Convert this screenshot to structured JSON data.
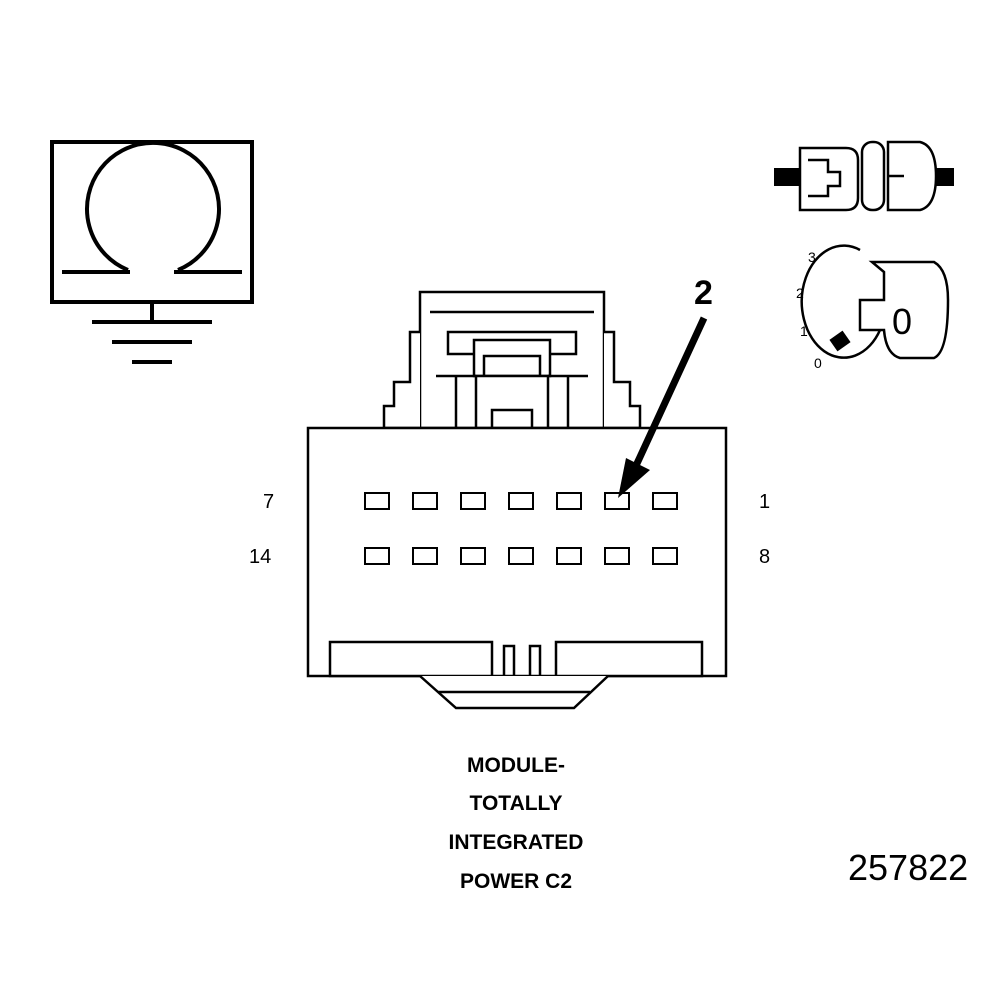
{
  "connector": {
    "rows": [
      {
        "left_label": "7",
        "right_label": "1",
        "pin_count": 7
      },
      {
        "left_label": "14",
        "right_label": "8",
        "pin_count": 7
      }
    ],
    "callout_label": "2"
  },
  "caption": {
    "lines": [
      "MODULE-",
      "TOTALLY",
      "INTEGRATED",
      "POWER C2"
    ]
  },
  "figure_code": "257822",
  "ignition_key": {
    "positions": [
      "3",
      "2",
      "1",
      "0"
    ],
    "key_glyph": "0"
  },
  "icons": [
    "ohmmeter-icon",
    "ground-symbol-icon",
    "connector-disconnected-icon",
    "ignition-key-icon"
  ]
}
